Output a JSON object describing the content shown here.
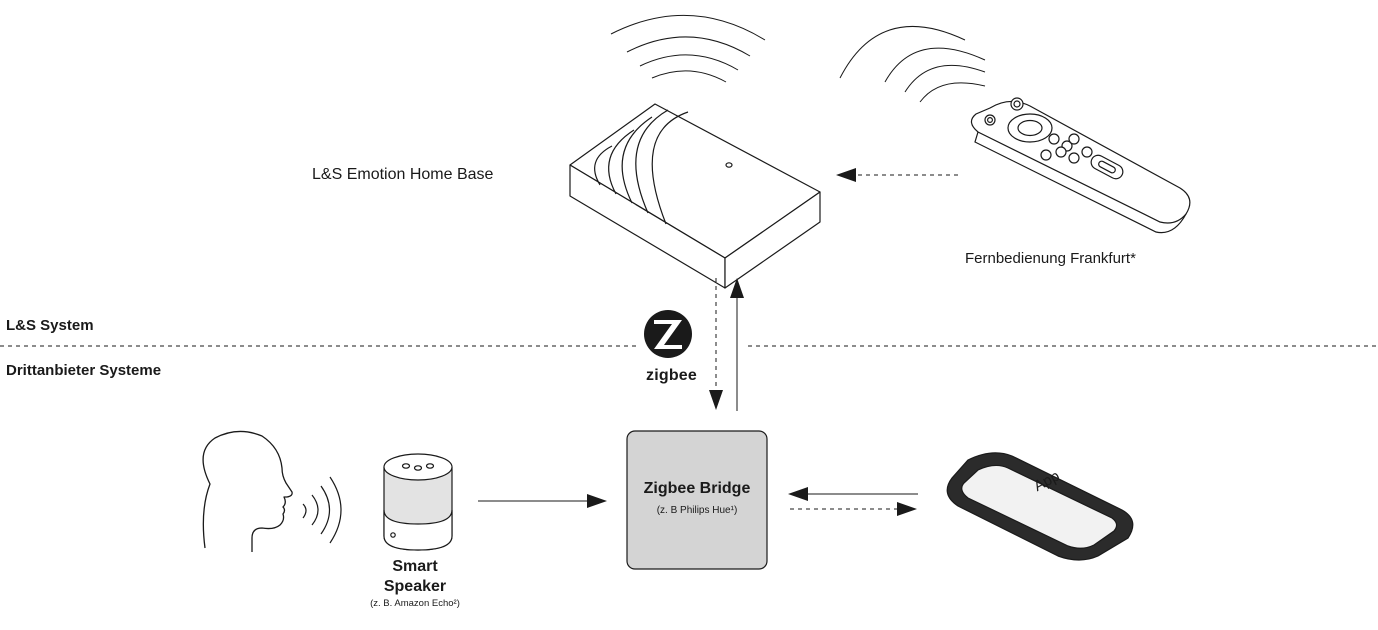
{
  "devices": {
    "home_base": {
      "label": "L&S Emotion Home Base"
    },
    "remote": {
      "label": "Fernbedienung Frankfurt*"
    },
    "bridge": {
      "title": "Zigbee Bridge",
      "subtitle": "(z. B Philips Hue¹)"
    },
    "speaker": {
      "title": "Smart Speaker",
      "subtitle": "(z. B. Amazon Echo²)"
    },
    "phone": {
      "screen_text": "App"
    }
  },
  "sections": {
    "top": "L&S System",
    "bottom": "Drittanbieter Systeme"
  },
  "protocol": {
    "logo_text": "zigbee"
  },
  "colors": {
    "stroke": "#1a1a1a",
    "bridge_fill": "#d4d4d4",
    "phone_body": "#2b2b2b",
    "screen_fill": "#f2f2f2"
  },
  "icons": [
    "person-head-icon",
    "sound-waves-icon",
    "smart-speaker-icon",
    "zigbee-logo-icon",
    "home-base-icon",
    "remote-control-icon",
    "smartphone-icon",
    "wifi-signal-icon"
  ]
}
